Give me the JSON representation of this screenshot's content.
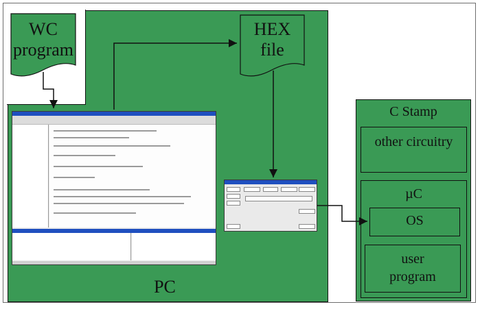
{
  "labels": {
    "wc_program_line1": "WC",
    "wc_program_line2": "program",
    "hex_file_line1": "HEX",
    "hex_file_line2": "file",
    "pc": "PC",
    "c_stamp": "C Stamp",
    "other_circuitry": "other circuitry",
    "microcontroller": "µC",
    "os": "OS",
    "user_program_line1": "user",
    "user_program_line2": "program"
  },
  "colors": {
    "green": "#3a9a55",
    "document": "#3a9a55",
    "line": "#111111",
    "window_titlebar": "#1f4fbf"
  },
  "icons": {
    "ide_window": "ide-screenshot",
    "programmer_window": "programmer-screenshot"
  }
}
